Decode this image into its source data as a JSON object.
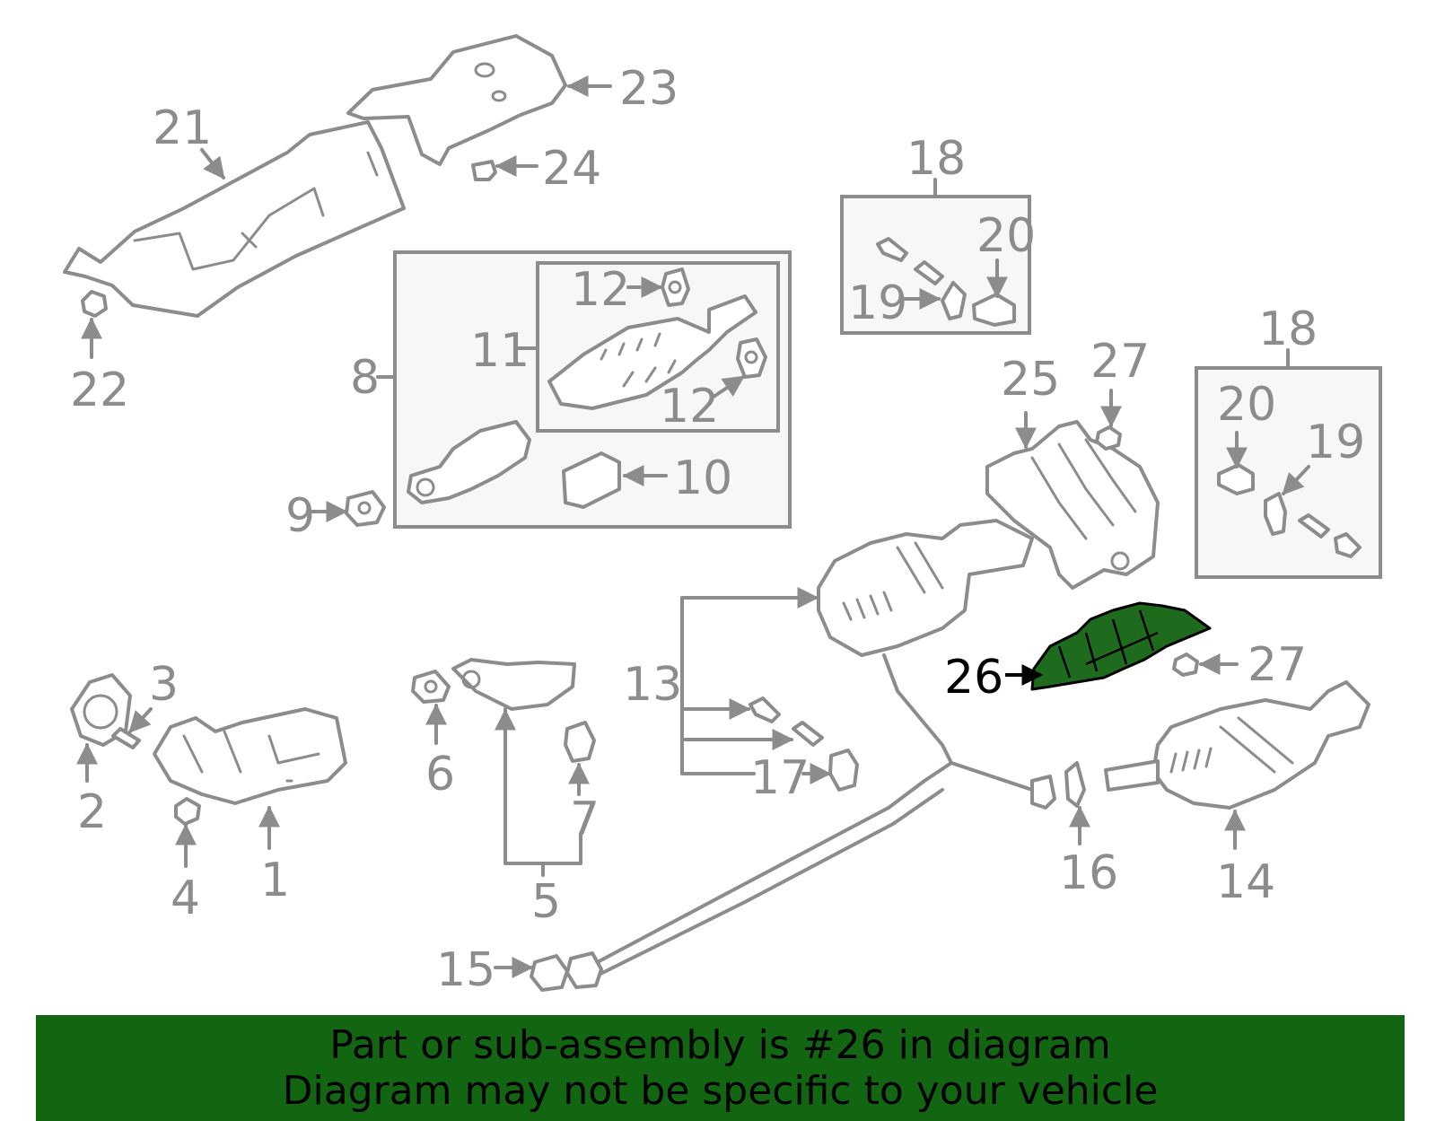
{
  "diagram": {
    "highlight_color": "#1e6b1e",
    "part_color": "#8c8c8c",
    "labels": {
      "l1": "1",
      "l2": "2",
      "l3": "3",
      "l4": "4",
      "l5": "5",
      "l6": "6",
      "l7": "7",
      "l8": "8",
      "l9": "9",
      "l10": "10",
      "l11": "11",
      "l12a": "12",
      "l12b": "12",
      "l13": "13",
      "l14": "14",
      "l15": "15",
      "l16": "16",
      "l17": "17",
      "l18a": "18",
      "l18b": "18",
      "l19a": "19",
      "l19b": "19",
      "l20a": "20",
      "l20b": "20",
      "l21": "21",
      "l22": "22",
      "l23": "23",
      "l24": "24",
      "l25": "25",
      "l26": "26",
      "l27a": "27",
      "l27b": "27"
    }
  },
  "banner": {
    "background": "#126612",
    "line1": "Part or sub-assembly is #26 in diagram",
    "line2": "Diagram may not be specific to your vehicle"
  }
}
